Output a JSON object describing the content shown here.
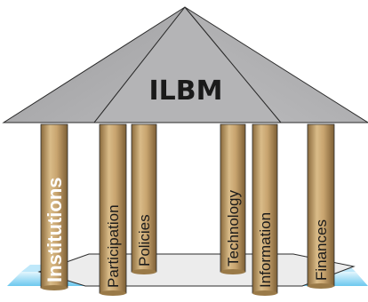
{
  "title": "ILBM",
  "pillars": [
    {
      "id": "institutions",
      "label": "Institutions",
      "emphasis": "bold-white"
    },
    {
      "id": "participation",
      "label": "Participation",
      "emphasis": "normal"
    },
    {
      "id": "policies",
      "label": "Policies",
      "emphasis": "normal"
    },
    {
      "id": "technology",
      "label": "Technology",
      "emphasis": "normal"
    },
    {
      "id": "information",
      "label": "Information",
      "emphasis": "normal"
    },
    {
      "id": "finances",
      "label": "Finances",
      "emphasis": "normal"
    }
  ],
  "colors": {
    "roof": "#a9a9ab",
    "roof_light": "#c4c4c6",
    "pillar": "#c7a36e",
    "pillar_dark": "#9a7a48",
    "pillar_light": "#e2c99d",
    "water": "#8fd6f5",
    "water_light": "#cdeefb",
    "base": "#eaeaea",
    "outline": "#2b2b2b"
  }
}
